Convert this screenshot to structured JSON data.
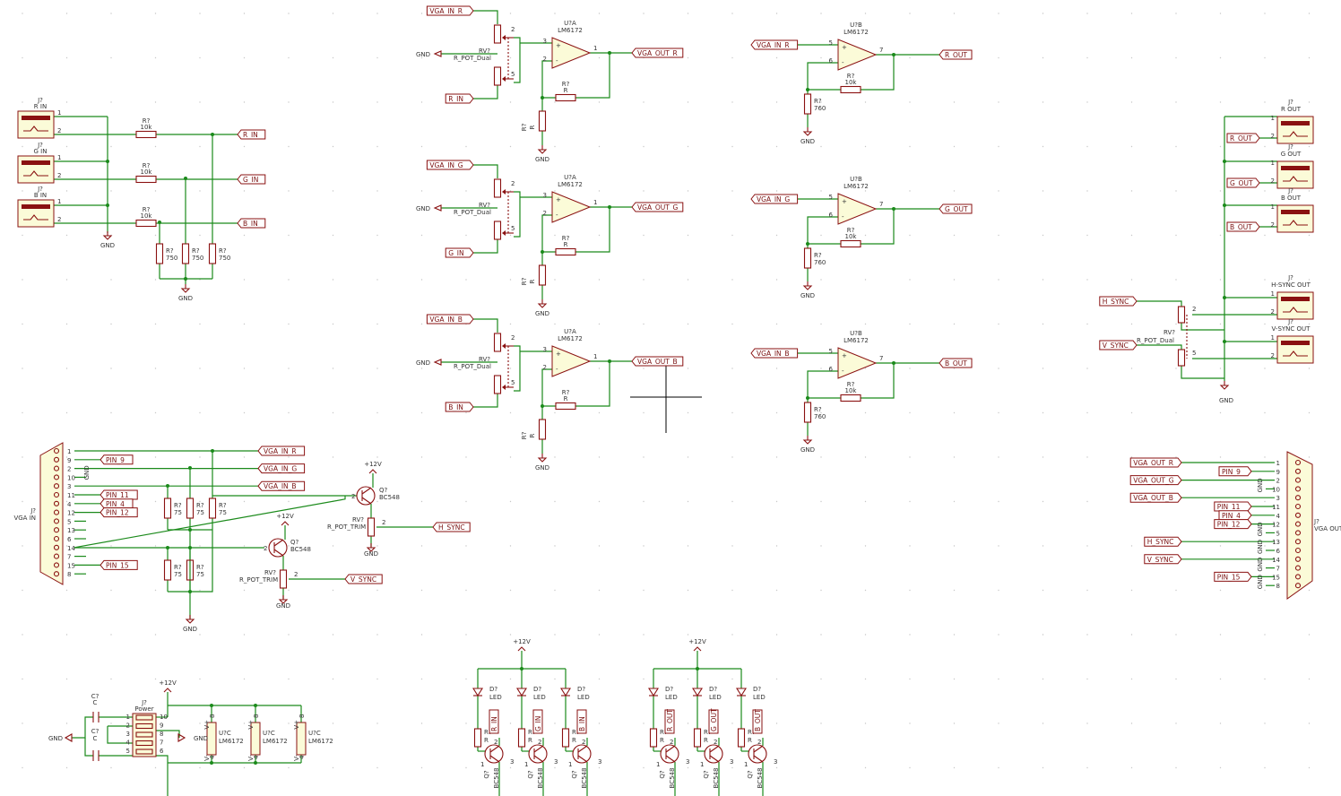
{
  "nets": {
    "vga_in_r": "VGA_IN_R",
    "vga_in_g": "VGA_IN_G",
    "vga_in_b": "VGA_IN_B",
    "vga_out_r": "VGA_OUT_R",
    "vga_out_g": "VGA_OUT_G",
    "vga_out_b": "VGA_OUT_B",
    "r_in": "R_IN",
    "g_in": "G_IN",
    "b_in": "B_IN",
    "r_out": "R_OUT",
    "g_out": "G_OUT",
    "b_out": "B_OUT",
    "h_sync": "H_SYNC",
    "v_sync": "V_SYNC",
    "pin9": "PIN_9",
    "pin11": "PIN_11",
    "pin4": "PIN_4",
    "pin12": "PIN_12",
    "pin15": "PIN_15",
    "gnd": "GND",
    "p12v": "+12V"
  },
  "parts": {
    "opamp_a_ref": "U?A",
    "opamp_b_ref": "U?B",
    "opamp_c_ref": "U?C",
    "opamp_value": "LM6172",
    "pot_ref": "RV?",
    "pot_dual": "R_POT_Dual",
    "pot_trim": "R_POT_TRIM",
    "res_ref": "R?",
    "res_r": "R",
    "res_10k": "10k",
    "res_750": "750",
    "res_760": "760",
    "res_75": "75",
    "conn_ref": "J?",
    "vga_in": "VGA IN",
    "vga_out": "VGA OUT",
    "r_in_lbl": "R IN",
    "g_in_lbl": "G IN",
    "b_in_lbl": "B IN",
    "r_out_lbl": "R OUT",
    "g_out_lbl": "G OUT",
    "b_out_lbl": "B OUT",
    "hsync_out_lbl": "H-SYNC OUT",
    "vsync_out_lbl": "V-SYNC OUT",
    "q_ref": "Q?",
    "q_value": "BC548",
    "led_ref": "D?",
    "led_value": "LED",
    "cap_ref": "C?",
    "cap_value": "C",
    "power_lbl": "Power",
    "vplus": "V+",
    "vminus": "V-"
  },
  "db15_in_pins": [
    "1",
    "9",
    "2",
    "10",
    "3",
    "11",
    "4",
    "12",
    "5",
    "13",
    "6",
    "14",
    "7",
    "15",
    "8"
  ],
  "db15_out_pins": [
    "1",
    "9",
    "2",
    "10",
    "3",
    "11",
    "4",
    "12",
    "5",
    "13",
    "6",
    "14",
    "7",
    "15",
    "8"
  ],
  "pin_numbers": {
    "p1": "1",
    "p2": "2",
    "p3": "3",
    "p4": "4",
    "p5": "5",
    "p6": "6",
    "p7": "7",
    "p8": "8",
    "p9": "9",
    "p10": "10"
  }
}
